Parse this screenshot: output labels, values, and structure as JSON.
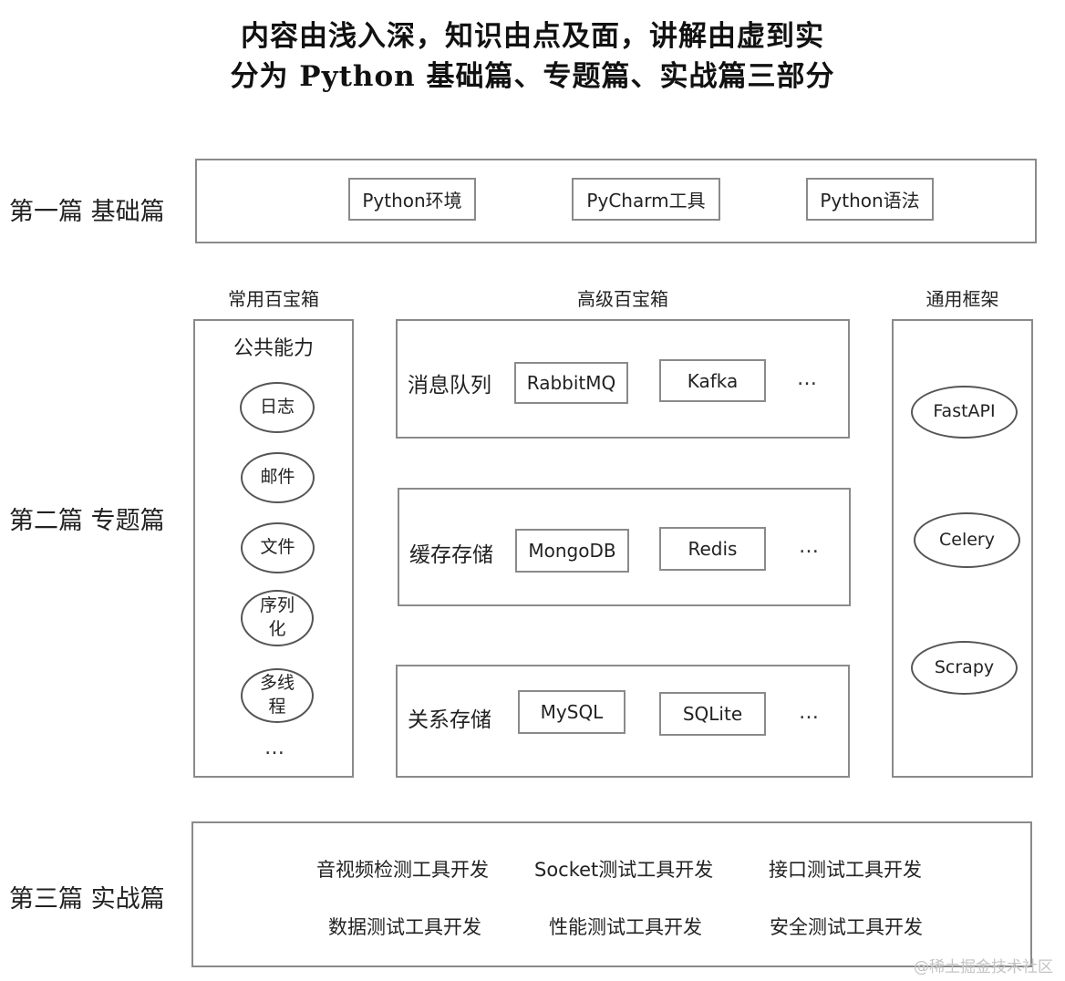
{
  "title": {
    "line1": "内容由浅入深，知识由点及面，讲解由虚到实",
    "line2": "分为 Python 基础篇、专题篇、实战篇三部分"
  },
  "part1": {
    "label": "第一篇 基础篇",
    "items": [
      "Python环境",
      "PyCharm工具",
      "Python语法"
    ]
  },
  "part2": {
    "label": "第二篇 专题篇",
    "common": {
      "header": "常用百宝箱",
      "title": "公共能力",
      "items": [
        "日志",
        "邮件",
        "文件",
        "序列化",
        "多线程"
      ],
      "more": "…"
    },
    "advanced": {
      "header": "高级百宝箱",
      "groups": [
        {
          "label": "消息队列",
          "items": [
            "RabbitMQ",
            "Kafka"
          ],
          "more": "…"
        },
        {
          "label": "缓存存储",
          "items": [
            "MongoDB",
            "Redis"
          ],
          "more": "…"
        },
        {
          "label": "关系存储",
          "items": [
            "MySQL",
            "SQLite"
          ],
          "more": "…"
        }
      ]
    },
    "frameworks": {
      "header": "通用框架",
      "items": [
        "FastAPI",
        "Celery",
        "Scrapy"
      ]
    }
  },
  "part3": {
    "label": "第三篇 实战篇",
    "items": [
      "音视频检测工具开发",
      "Socket测试工具开发",
      "接口测试工具开发",
      "数据测试工具开发",
      "性能测试工具开发",
      "安全测试工具开发"
    ]
  },
  "watermark": "@稀土掘金技术社区"
}
